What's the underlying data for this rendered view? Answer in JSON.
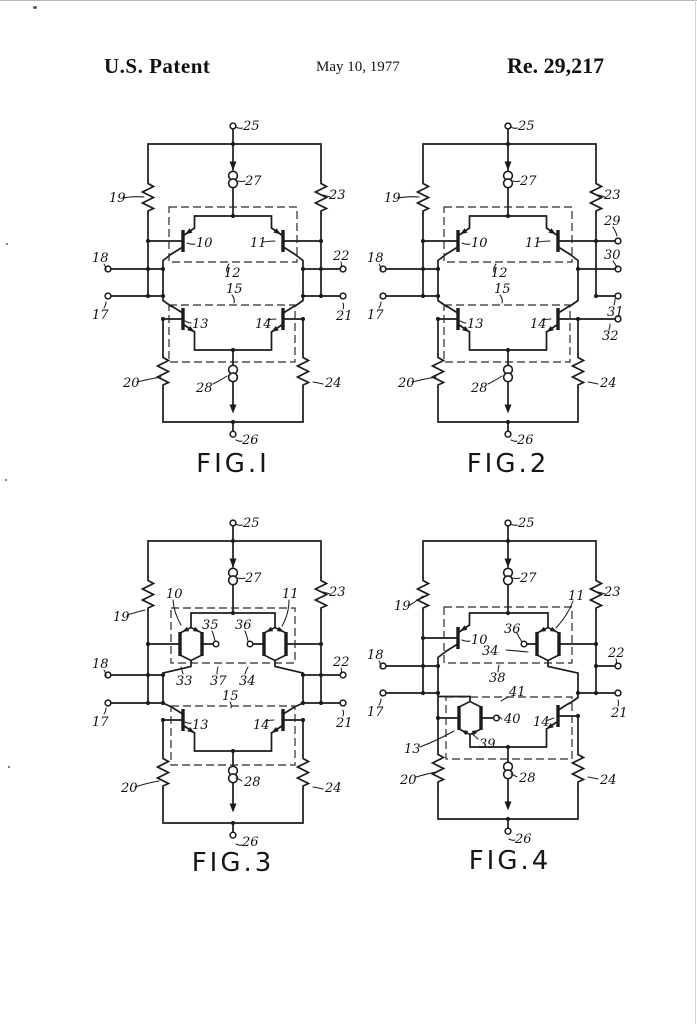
{
  "header": {
    "title": "U.S. Patent",
    "date": "May 10, 1977",
    "patent_number": "Re. 29,217"
  },
  "fig1": {
    "caption": "FIG.I",
    "labels": {
      "t25": "25",
      "cs27": "27",
      "r19": "19",
      "r23": "23",
      "q10": "10",
      "q11": "11",
      "b12": "12",
      "b15": "15",
      "t18": "18",
      "t22": "22",
      "t17": "17",
      "t21": "21",
      "q13": "13",
      "q14": "14",
      "r20": "20",
      "r24": "24",
      "cs28": "28",
      "t26": "26"
    }
  },
  "fig2": {
    "caption": "FIG.2",
    "labels": {
      "t25": "25",
      "cs27": "27",
      "r19": "19",
      "r23": "23",
      "q10": "10",
      "q11": "11",
      "b12": "12",
      "b15": "15",
      "t18": "18",
      "t17": "17",
      "t29": "29",
      "t30": "30",
      "t31": "31",
      "t32": "32",
      "q13": "13",
      "q14": "14",
      "r20": "20",
      "r24": "24",
      "cs28": "28",
      "t26": "26"
    }
  },
  "fig3": {
    "caption": "FIG.3",
    "labels": {
      "t25": "25",
      "cs27": "27",
      "r19": "19",
      "r23": "23",
      "q10": "10",
      "q11": "11",
      "t35": "35",
      "t36": "36",
      "n33": "33",
      "b37": "37",
      "n34": "34",
      "b15": "15",
      "t18": "18",
      "t22": "22",
      "t17": "17",
      "t21": "21",
      "q13": "13",
      "q14": "14",
      "r20": "20",
      "r24": "24",
      "cs28": "28",
      "t26": "26"
    }
  },
  "fig4": {
    "caption": "FIG.4",
    "labels": {
      "t25": "25",
      "cs27": "27",
      "r19": "19",
      "r23": "23",
      "q10": "10",
      "q11": "11",
      "t36": "36",
      "n34": "34",
      "b38": "38",
      "b41": "41",
      "t40": "40",
      "n39": "39",
      "t18": "18",
      "t22": "22",
      "t17": "17",
      "t21": "21",
      "q13": "13",
      "q14": "14",
      "r20": "20",
      "r24": "24",
      "cs28": "28",
      "t26": "26"
    }
  }
}
